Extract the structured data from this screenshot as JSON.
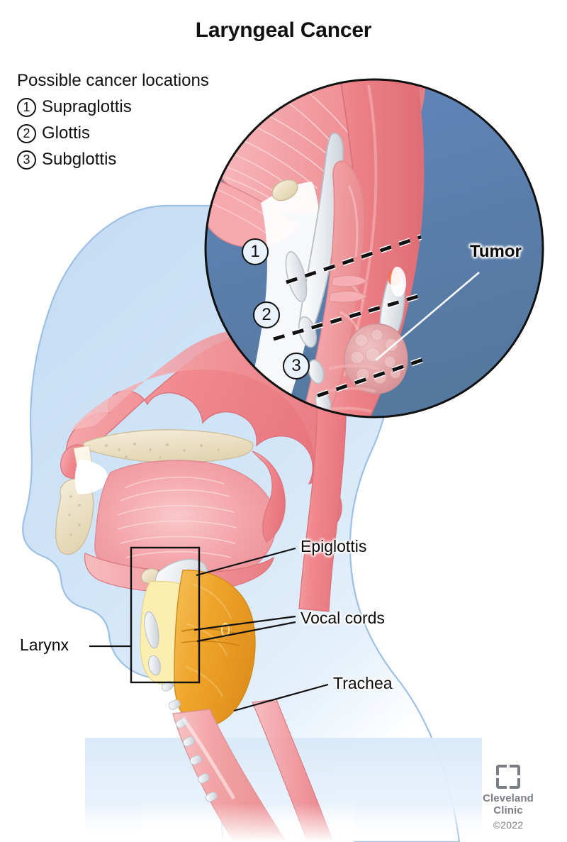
{
  "title": "Laryngeal Cancer",
  "legend": {
    "heading": "Possible cancer locations",
    "items": [
      {
        "num": "1",
        "label": "Supraglottis"
      },
      {
        "num": "2",
        "label": "Glottis"
      },
      {
        "num": "3",
        "label": "Subglottis"
      }
    ]
  },
  "inset": {
    "markers": [
      {
        "num": "1",
        "meaning": "Supraglottis"
      },
      {
        "num": "2",
        "meaning": "Glottis"
      },
      {
        "num": "3",
        "meaning": "Subglottis"
      }
    ],
    "tumor_label": "Tumor"
  },
  "anatomy_labels": {
    "larynx": "Larynx",
    "epiglottis": "Epiglottis",
    "vocal_cords": "Vocal cords",
    "trachea": "Trachea"
  },
  "footer": {
    "brand_line1": "Cleveland",
    "brand_line2": "Clinic",
    "copyright": "©2022"
  },
  "colors": {
    "background": "#ffffff",
    "text": "#111111",
    "head_silhouette": "#cfe2f5",
    "head_silhouette_edge": "#9dc0e4",
    "inset_background": "#5b80b8",
    "inset_border": "#111111",
    "mucosa_pink": "#f08a90",
    "mucosa_pink_light": "#f6aeb2",
    "tongue_pink": "#f3989e",
    "cartilage_cream": "#ede0c4",
    "thyroid_cartilage_yellow": "#efa72c",
    "ligament_yellow": "#fbeeb0",
    "cartilage_white": "#e9ecef",
    "tumor_pink": "#e8a3a6",
    "logo_gray": "#7b7f84"
  }
}
